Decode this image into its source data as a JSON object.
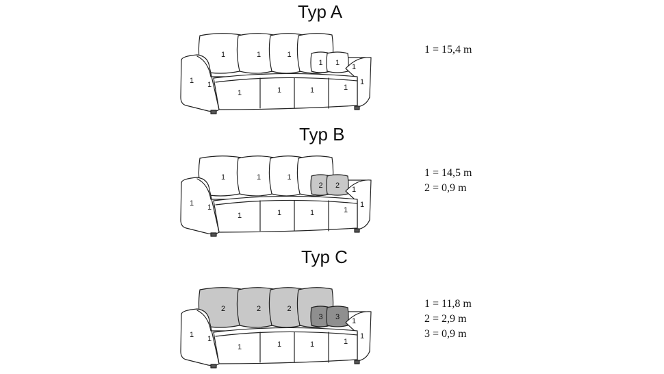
{
  "variants": [
    {
      "title": "Typ A",
      "legend": [
        "1 = 15,4 m"
      ],
      "pillows": [
        "1",
        "1",
        "1",
        "1"
      ],
      "cushions": [
        "1",
        "1"
      ],
      "arm_left": "1",
      "arm_left_inner": "1",
      "arm_right": "1",
      "arm_right_inner": "1",
      "seats": [
        "1",
        "1",
        "1",
        "1"
      ],
      "colors": {
        "pillows": "#ffffff",
        "cushions": "#ffffff"
      }
    },
    {
      "title": "Typ B",
      "legend": [
        "1 = 14,5 m",
        "2 = 0,9 m"
      ],
      "pillows": [
        "1",
        "1",
        "1",
        "1"
      ],
      "cushions": [
        "2",
        "2"
      ],
      "arm_left": "1",
      "arm_left_inner": "1",
      "arm_right": "1",
      "arm_right_inner": "1",
      "seats": [
        "1",
        "1",
        "1",
        "1"
      ],
      "colors": {
        "pillows": "#ffffff",
        "cushions": "#c8c8c8"
      }
    },
    {
      "title": "Typ C",
      "legend": [
        "1 = 11,8 m",
        "2 = 2,9 m",
        "3 = 0,9 m"
      ],
      "pillows": [
        "2",
        "2",
        "2",
        "2"
      ],
      "cushions": [
        "3",
        "3"
      ],
      "arm_left": "1",
      "arm_left_inner": "1",
      "arm_right": "1",
      "arm_right_inner": "1",
      "seats": [
        "1",
        "1",
        "1",
        "1"
      ],
      "colors": {
        "pillows": "#c8c8c8",
        "cushions": "#8f8f8f"
      }
    }
  ]
}
